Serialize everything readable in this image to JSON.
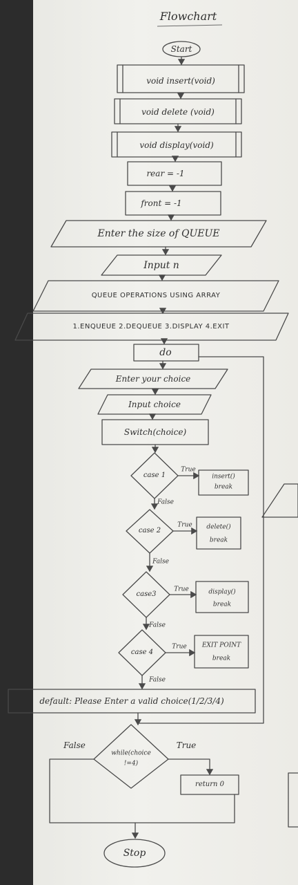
{
  "title": "Flowchart",
  "nodes": {
    "start": "Start",
    "insert_fn": "void insert(void)",
    "delete_fn": "void delete (void)",
    "display_fn": "void display(void)",
    "rear_init": "rear = -1",
    "front_init": "front = -1",
    "enter_size": "Enter the size of QUEUE",
    "input_n": "Input n",
    "queue_ops": "QUEUE OPERATIONS USING ARRAY",
    "menu": "1.ENQUEUE 2.DEQUEUE 3.DISPLAY 4.EXIT",
    "do": "do",
    "enter_choice": "Enter your choice",
    "input_choice": "Input choice",
    "switch": "Switch(choice)",
    "case1": "case 1",
    "case2": "case 2",
    "case3": "case3",
    "case4": "case 4",
    "action1_line1": "insert()",
    "action1_line2": "break",
    "action2_line1": "delete()",
    "action2_line2": "break",
    "action3_line1": "display()",
    "action3_line2": "break",
    "action4_line1": "EXIT POINT",
    "action4_line2": "break",
    "default": "default: Please Enter a valid choice(1/2/3/4)",
    "while_line1": "while(choice",
    "while_line2": "!=4)",
    "return": "return 0",
    "stop": "Stop"
  },
  "edge_labels": {
    "true": "True",
    "false": "False",
    "while_false": "False",
    "while_true": "True"
  },
  "colors": {
    "paper": "#eeeeea",
    "ink": "#4a4a4a",
    "background": "#2c2c2c"
  }
}
